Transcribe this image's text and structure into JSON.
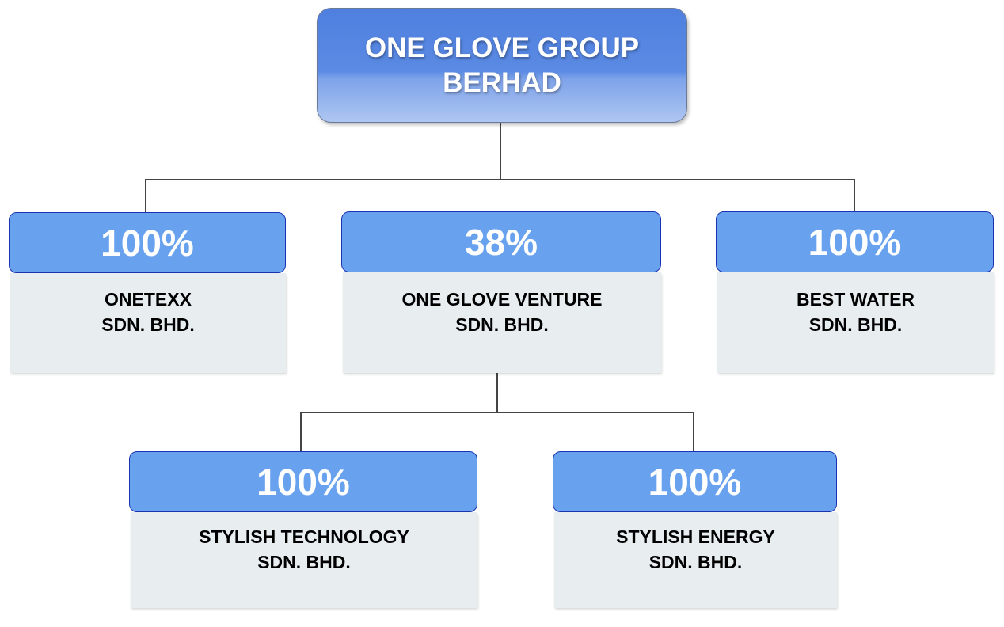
{
  "root": {
    "line1": "ONE GLOVE GROUP",
    "line2": "BERHAD"
  },
  "subsidiaries": [
    {
      "percent": "100%",
      "name1": "ONETEXX",
      "name2": "SDN. BHD."
    },
    {
      "percent": "38%",
      "name1": "ONE GLOVE VENTURE",
      "name2": "SDN. BHD."
    },
    {
      "percent": "100%",
      "name1": "BEST WATER",
      "name2": "SDN. BHD."
    },
    {
      "percent": "100%",
      "name1": "STYLISH TECHNOLOGY",
      "name2": "SDN. BHD."
    },
    {
      "percent": "100%",
      "name1": "STYLISH ENERGY",
      "name2": "SDN. BHD."
    }
  ]
}
